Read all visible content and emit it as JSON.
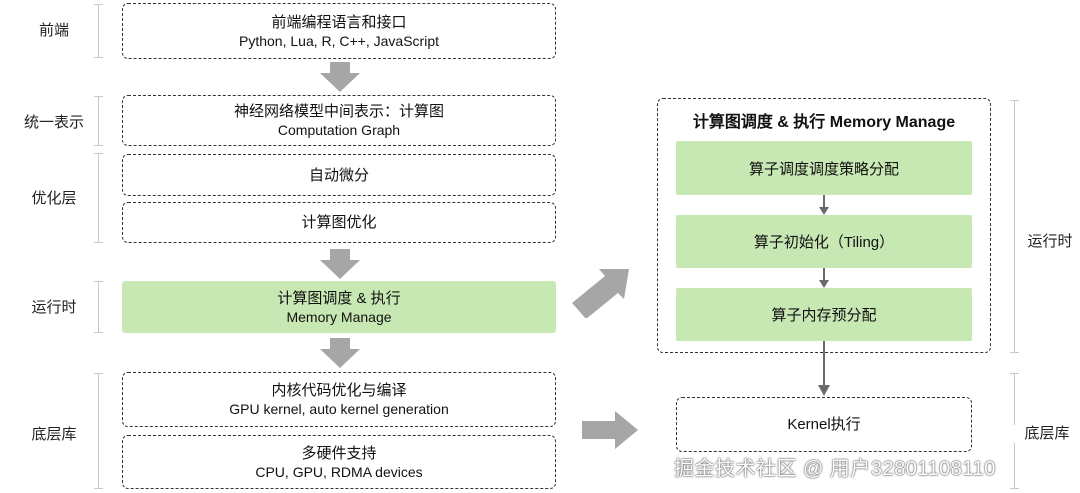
{
  "left_labels": {
    "frontend": "前端",
    "unified": "统一表示",
    "optimization": "优化层",
    "runtime": "运行时",
    "backend": "底层库"
  },
  "right_labels": {
    "runtime": "运行时",
    "backend": "底层库"
  },
  "boxes": {
    "frontend_lang": {
      "title": "前端编程语言和接口",
      "subtitle": "Python, Lua, R, C++, JavaScript"
    },
    "computation_graph": {
      "title": "神经网络模型中间表示：计算图",
      "subtitle": "Computation Graph"
    },
    "autodiff": {
      "title": "自动微分"
    },
    "graph_opt": {
      "title": "计算图优化"
    },
    "scheduling": {
      "title": "计算图调度 & 执行",
      "subtitle": "Memory Manage"
    },
    "kernel_opt": {
      "title": "内核代码优化与编译",
      "subtitle": "GPU kernel, auto kernel generation"
    },
    "hardware": {
      "title": "多硬件支持",
      "subtitle": "CPU, GPU, RDMA devices"
    }
  },
  "detail_panel": {
    "title": "计算图调度 & 执行 Memory Manage",
    "steps": [
      "算子调度调度策略分配",
      "算子初始化（Tiling）",
      "算子内存预分配"
    ],
    "kernel": "Kernel执行"
  },
  "watermark": "掘金技术社区 @ 用户3280110811​0",
  "colors": {
    "green": "#c7e8b3",
    "arrow": "#a6a6a6",
    "bracket": "#c8c8c8",
    "dashed_border": "#333333"
  }
}
